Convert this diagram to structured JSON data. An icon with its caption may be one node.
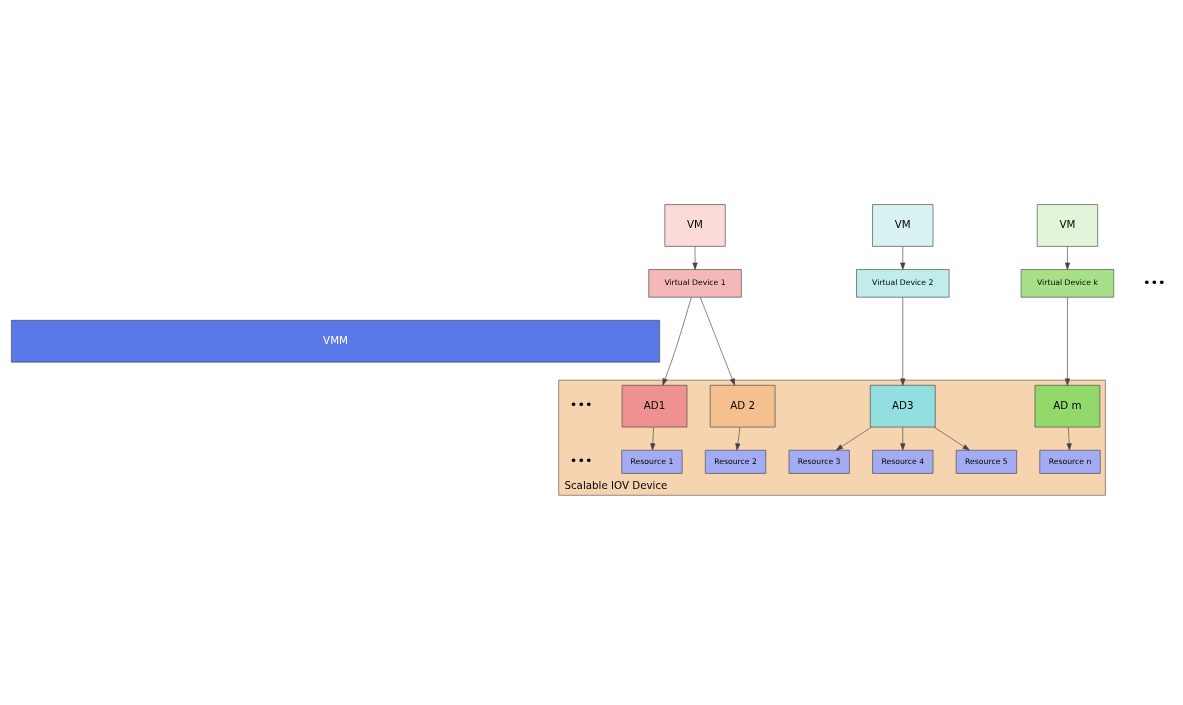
{
  "diagram": {
    "nodes": [
      {
        "text": [
          "VM"
        ]
      },
      {
        "text": [
          "VM"
        ]
      },
      {
        "text": [
          "VM"
        ]
      },
      {
        "text": [
          "Virtual Device 1"
        ]
      },
      {
        "text": [
          "Virtual Device 2"
        ]
      },
      {
        "text": [
          "Virtual Device k"
        ]
      },
      {
        "text": [
          "VMM"
        ]
      },
      {
        "text": [
          "Scalable IOV Device"
        ]
      },
      {
        "text": [
          "AD1"
        ],
        "in": 7
      },
      {
        "text": [
          "AD 2"
        ],
        "in": 7
      },
      {
        "text": [
          "AD3"
        ],
        "in": 7
      },
      {
        "text": [
          "AD m"
        ],
        "in": 7
      },
      {
        "text": [
          "Resource 1"
        ],
        "in": 7
      },
      {
        "text": [
          "Resource 2"
        ],
        "in": 7
      },
      {
        "text": [
          "Resource 3"
        ],
        "in": 7
      },
      {
        "text": [
          "Resource 4"
        ],
        "in": 7
      },
      {
        "text": [
          "Resource 5"
        ],
        "in": 7
      },
      {
        "text": [
          "Resource n"
        ],
        "in": 7
      }
    ],
    "edges": [
      {
        "from": 0,
        "to": 3,
        "arrow": "to"
      },
      {
        "from": 1,
        "to": 4,
        "arrow": "to"
      },
      {
        "from": 2,
        "to": 5,
        "arrow": "to"
      },
      {
        "from": 3,
        "to": 8,
        "arrow": "to"
      },
      {
        "from": 3,
        "to": 9,
        "arrow": "to"
      },
      {
        "from": 4,
        "to": 10,
        "arrow": "to"
      },
      {
        "from": 5,
        "to": 11,
        "arrow": "to"
      },
      {
        "from": 8,
        "to": 12,
        "arrow": "to"
      },
      {
        "from": 9,
        "to": 13,
        "arrow": "to"
      },
      {
        "from": 10,
        "to": 14,
        "arrow": "to"
      },
      {
        "from": 10,
        "to": 15,
        "arrow": "to"
      },
      {
        "from": 10,
        "to": 16,
        "arrow": "to"
      },
      {
        "from": 11,
        "to": 17,
        "arrow": "to"
      }
    ],
    "labels": [
      "•••",
      "•••",
      "•••"
    ]
  }
}
